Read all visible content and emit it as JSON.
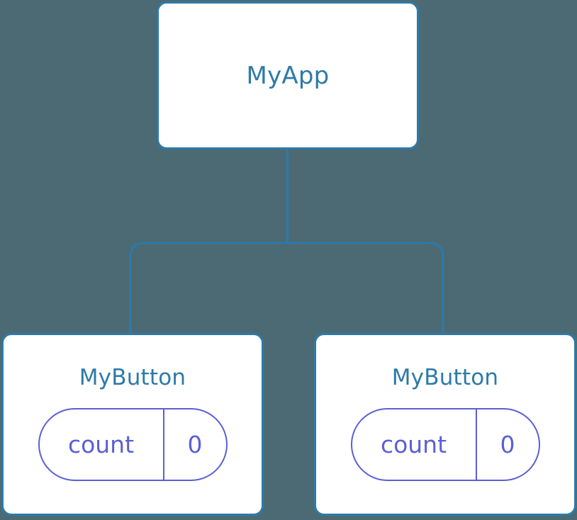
{
  "diagram": {
    "background_color": "#4c6a73",
    "node_border_color": "#2d7aa8",
    "node_fill_color": "#ffffff",
    "connector_color": "#2d7aa8",
    "pill_color": "#5b5fd4",
    "title_color": "#2d7aa8"
  },
  "root": {
    "label": "MyApp"
  },
  "children": [
    {
      "label": "MyButton",
      "state": {
        "key": "count",
        "value": "0"
      }
    },
    {
      "label": "MyButton",
      "state": {
        "key": "count",
        "value": "0"
      }
    }
  ]
}
